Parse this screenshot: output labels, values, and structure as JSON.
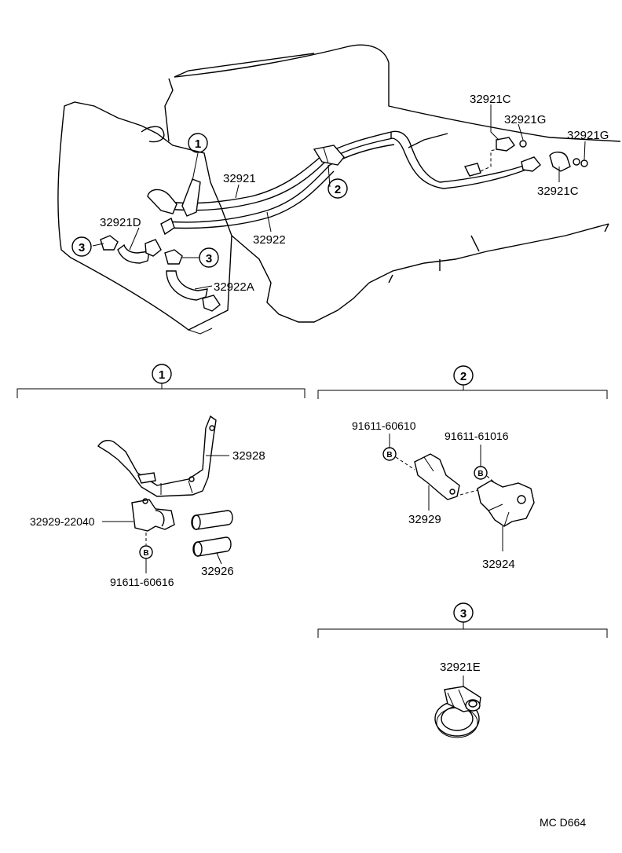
{
  "diagram": {
    "main_labels": {
      "p32921C_top": "32921C",
      "p32921G_a": "32921G",
      "p32921G_b": "32921G",
      "p32921C_right": "32921C",
      "p32921": "32921",
      "p32922": "32922",
      "p32921D": "32921D",
      "p32922A": "32922A"
    },
    "callouts": {
      "c1": "1",
      "c2": "2",
      "c3": "3"
    },
    "detail1": {
      "marker": "1",
      "p32928": "32928",
      "p32929_22040": "32929-22040",
      "p91611_60616": "91611-60616",
      "p32926": "32926",
      "b_mark": "B"
    },
    "detail2": {
      "marker": "2",
      "p91611_60610": "91611-60610",
      "p91611_61016": "91611-61016",
      "p32929": "32929",
      "p32924": "32924",
      "b_mark": "B"
    },
    "detail3": {
      "marker": "3",
      "p32921E": "32921E"
    },
    "footer_code": "MC  D664"
  }
}
